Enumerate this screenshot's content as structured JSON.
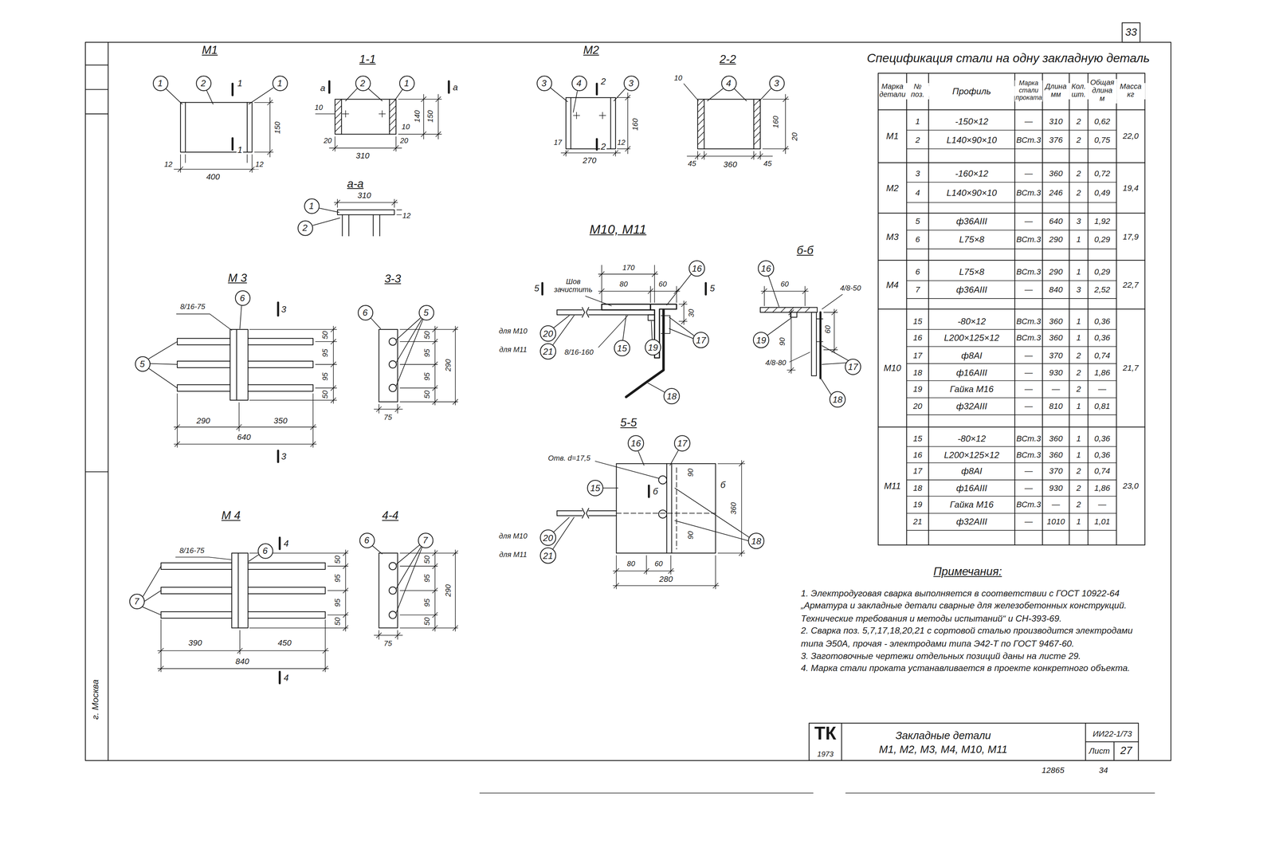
{
  "diagram": {
    "nodes": [
      {
        "text": [
          "1"
        ]
      },
      {
        "text": [
          "2"
        ]
      },
      {
        "text": [
          "1"
        ]
      },
      {
        "text": [
          "2"
        ]
      },
      {
        "text": [
          "1"
        ]
      },
      {
        "text": [
          "1"
        ]
      },
      {
        "text": [
          "2"
        ]
      },
      {
        "text": [
          "3"
        ]
      },
      {
        "text": [
          "4"
        ]
      },
      {
        "text": [
          "3"
        ]
      },
      {
        "text": [
          "4"
        ]
      },
      {
        "text": [
          "3"
        ]
      },
      {
        "text": [
          "6"
        ]
      },
      {
        "text": [
          "5"
        ]
      },
      {
        "text": [
          "6"
        ]
      },
      {
        "text": [
          "5"
        ]
      },
      {
        "text": [
          "6"
        ]
      },
      {
        "text": [
          "7"
        ]
      },
      {
        "text": [
          "6"
        ]
      },
      {
        "text": [
          "7"
        ]
      },
      {
        "text": [
          "16"
        ]
      },
      {
        "text": [
          "20"
        ]
      },
      {
        "text": [
          "21"
        ]
      },
      {
        "text": [
          "15"
        ]
      },
      {
        "text": [
          "19"
        ]
      },
      {
        "text": [
          "17"
        ]
      },
      {
        "text": [
          "18"
        ]
      },
      {
        "text": [
          "16"
        ]
      },
      {
        "text": [
          "19"
        ]
      },
      {
        "text": [
          "17"
        ]
      },
      {
        "text": [
          "18"
        ]
      },
      {
        "text": [
          "16"
        ]
      },
      {
        "text": [
          "17"
        ]
      },
      {
        "text": [
          "15"
        ]
      },
      {
        "text": [
          "18"
        ]
      },
      {
        "text": [
          "20"
        ]
      },
      {
        "text": [
          "21"
        ]
      }
    ],
    "labels": [
      "33",
      "Спецификация стали на одну закладную деталь",
      "Примечания:",
      "1. Электродуговая сварка выполняется в соответствии с ГОСТ 10922-64 „Арматура и закладные детали сварные для железобетонных конструкций. Технические требования и методы испытаний“ и СН-393-69.",
      "2. Сварка поз. 5,7,17,18,20,21 с сортовой сталью производится электродами типа Э50А, прочая - электродами типа Э42-Т по ГОСТ 9467-60.",
      "3. Заготовочные чертежи отдельных позиций даны на листе 29.",
      "4. Марка стали проката устанавливается в проекте конкретного объекта.",
      "ТК",
      "1973",
      "Закладные детали",
      "М1, М2, М3, М4, М10, М11",
      "ИИ22-1/73",
      "Лист",
      "27",
      "12865",
      "34",
      "г. Москва",
      "М1",
      "1",
      "1",
      "400",
      "12",
      "12",
      "150",
      "1-1",
      "а",
      "а",
      "10",
      "140",
      "150",
      "10",
      "20",
      "20",
      "310",
      "а-а",
      "310",
      "12",
      "М2",
      "2",
      "2",
      "160",
      "17",
      "12",
      "270",
      "2-2",
      "10",
      "160",
      "20",
      "45",
      "360",
      "45",
      "М 3",
      "8/16-75",
      "3",
      "3",
      "50",
      "95",
      "95",
      "50",
      "290",
      "350",
      "640",
      "3-3",
      "50",
      "95",
      "95",
      "50",
      "290",
      "75",
      "М 4",
      "8/16-75",
      "4",
      "4",
      "50",
      "95",
      "95",
      "50",
      "390",
      "450",
      "840",
      "4-4",
      "50",
      "95",
      "95",
      "50",
      "290",
      "75",
      "М10, М11",
      "Шов зачистить",
      "5",
      "5",
      "170",
      "80",
      "60",
      "30",
      "для М10",
      "для М11",
      "8/16-160",
      "б-б",
      "60",
      "4/8-50",
      "90",
      "60",
      "4/8-80",
      "5-5",
      "Отв. d=17,5",
      "б",
      "б",
      "90",
      "360",
      "90",
      "80",
      "60",
      "280",
      "для М10",
      "для М11",
      "Марка детали",
      "№ поз.",
      "Профиль",
      "Марка стали проката",
      "Длина мм",
      "Кол. шт.",
      "Общая длина м",
      "Масса кг",
      "М1",
      "1",
      "-150×12",
      "—",
      "310",
      "2",
      "0,62",
      "2",
      "L140×90×10",
      "ВСт.3",
      "376",
      "2",
      "0,75",
      "22,0",
      "М2",
      "3",
      "-160×12",
      "—",
      "360",
      "2",
      "0,72",
      "4",
      "L140×90×10",
      "ВСт.3",
      "246",
      "2",
      "0,49",
      "19,4",
      "М3",
      "5",
      "ф36АIII",
      "—",
      "640",
      "3",
      "1,92",
      "6",
      "L75×8",
      "ВСт.3",
      "290",
      "1",
      "0,29",
      "17,9",
      "М4",
      "6",
      "L75×8",
      "ВСт.3",
      "290",
      "1",
      "0,29",
      "7",
      "ф36АIII",
      "—",
      "840",
      "3",
      "2,52",
      "22,7",
      "М10",
      "15",
      "-80×12",
      "ВСт.3",
      "360",
      "1",
      "0,36",
      "16",
      "L200×125×12",
      "ВСт.3",
      "360",
      "1",
      "0,36",
      "17",
      "ф8АI",
      "—",
      "370",
      "2",
      "0,74",
      "18",
      "ф16АIII",
      "—",
      "930",
      "2",
      "1,86",
      "19",
      "Гайка М16",
      "—",
      "—",
      "2",
      "—",
      "20",
      "ф32АIII",
      "—",
      "810",
      "1",
      "0,81",
      "21,7",
      "М11",
      "15",
      "-80×12",
      "ВСт.3",
      "360",
      "1",
      "0,36",
      "16",
      "L200×125×12",
      "ВСт.3",
      "360",
      "1",
      "0,36",
      "17",
      "ф8АI",
      "—",
      "370",
      "2",
      "0,74",
      "18",
      "ф16АIII",
      "—",
      "930",
      "2",
      "1,86",
      "19",
      "Гайка М16",
      "ВСт.3",
      "—",
      "2",
      "—",
      "21",
      "ф32АIII",
      "—",
      "1010",
      "1",
      "1,01",
      "23,0"
    ]
  }
}
